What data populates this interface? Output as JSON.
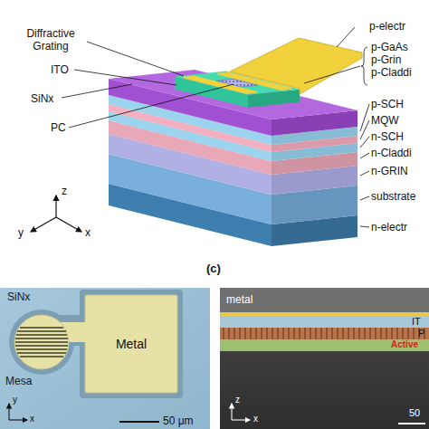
{
  "diagram": {
    "nodes": [
      {
        "text": [
          "Metal"
        ]
      }
    ],
    "labels": [
      "Diffractive Grating",
      "ITO",
      "SiNx",
      "PC",
      "p-electr",
      "p-GaAs",
      "p-Grin",
      "p-Claddi",
      "p-SCH",
      "MQW",
      "n-SCH",
      "n-Claddi",
      "n-GRIN",
      "substrate",
      "n-electr",
      "y",
      "z",
      "x",
      "(c)",
      "SiNx",
      "Mesa",
      "50 μm",
      "y",
      "x",
      "metal",
      "IT",
      "P",
      "Active",
      "z",
      "x",
      "50"
    ]
  }
}
